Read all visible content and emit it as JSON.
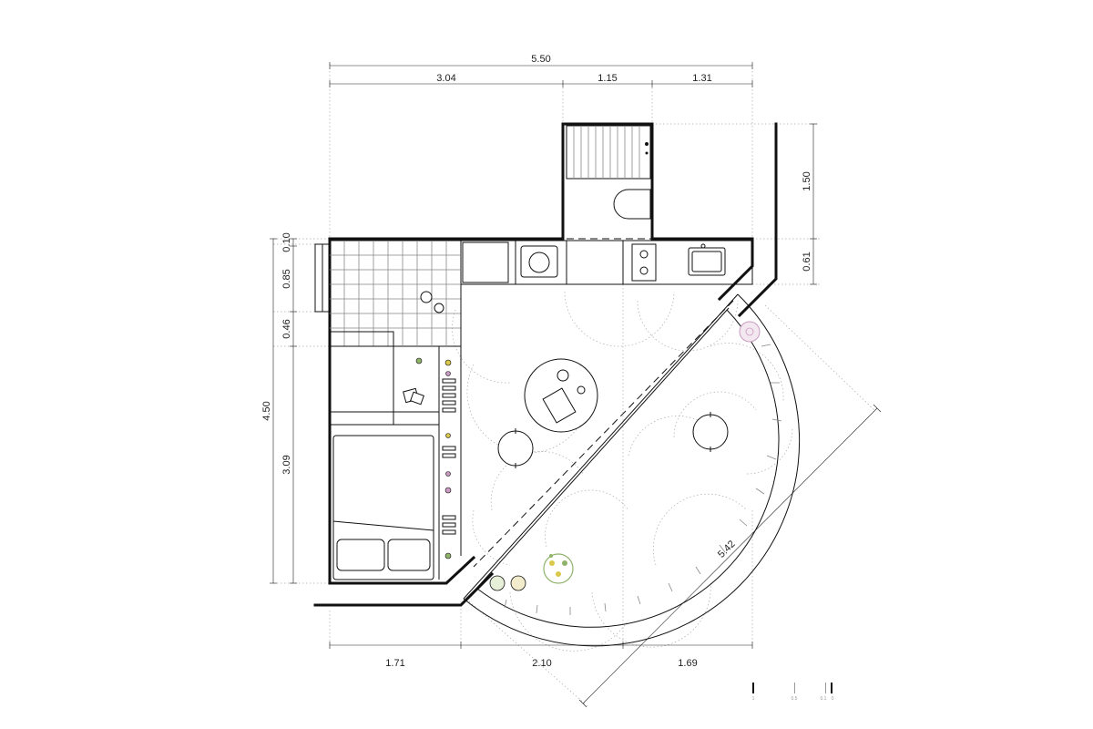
{
  "dimensions": {
    "top_total": "5.50",
    "top_1": "3.04",
    "top_2": "1.15",
    "top_3": "1.31",
    "right_1": "1.50",
    "right_2": "0.61",
    "left_total": "4.50",
    "left_1": "0.10",
    "left_2": "0.85",
    "left_3": "0.46",
    "left_4": "3.09",
    "bottom_1": "1.71",
    "bottom_2": "2.10",
    "bottom_3": "1.69",
    "diagonal": "5.42"
  },
  "scale_bar": {
    "label_1": "1",
    "label_2": "0.5",
    "label_3": "0.1",
    "label_4": "0"
  },
  "colors": {
    "wall": "#111111",
    "plant_green": "#8fb36a",
    "plant_pink": "#c99ac2",
    "plant_yellow": "#d9c84a"
  }
}
